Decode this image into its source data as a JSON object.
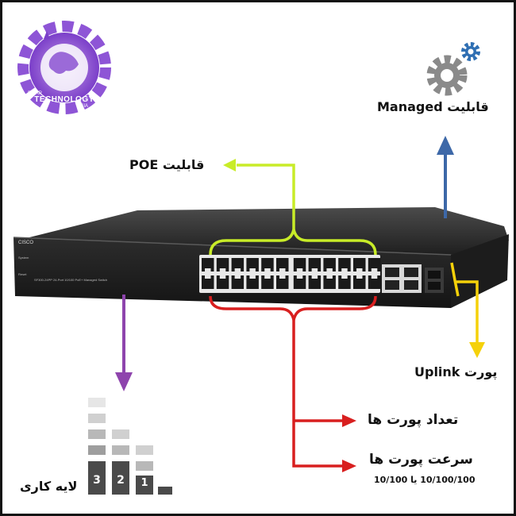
{
  "logo": {
    "line1": "FIDAR",
    "line2": "TECHNOLOGY",
    "line3": "ASIA"
  },
  "features": {
    "managed": "قابلیت Managed",
    "poe": "قابلیت POE",
    "uplink": "پورت Uplink",
    "port_count": "تعداد پورت ها",
    "port_speed": "سرعت پورت ها",
    "speed_values": "10/100/100 یا 10/100",
    "layer": "لایه کاری"
  },
  "switch": {
    "brand": "CISCO",
    "model": "SF300-24PP 24-Port 10/100 PoE+ Managed Switch",
    "system_label": "System",
    "reset_label": "Reset"
  },
  "layers": {
    "levels": [
      "1",
      "2",
      "3"
    ]
  },
  "colors": {
    "poe_arrow": "#c8ec28",
    "managed_arrow": "#3d68a8",
    "uplink_arrow": "#f5d10a",
    "ports_arrow": "#d81f1f",
    "layer_arrow": "#8e44ad",
    "gear": "#8a8a8a",
    "gear_small": "#2f6fb3"
  }
}
